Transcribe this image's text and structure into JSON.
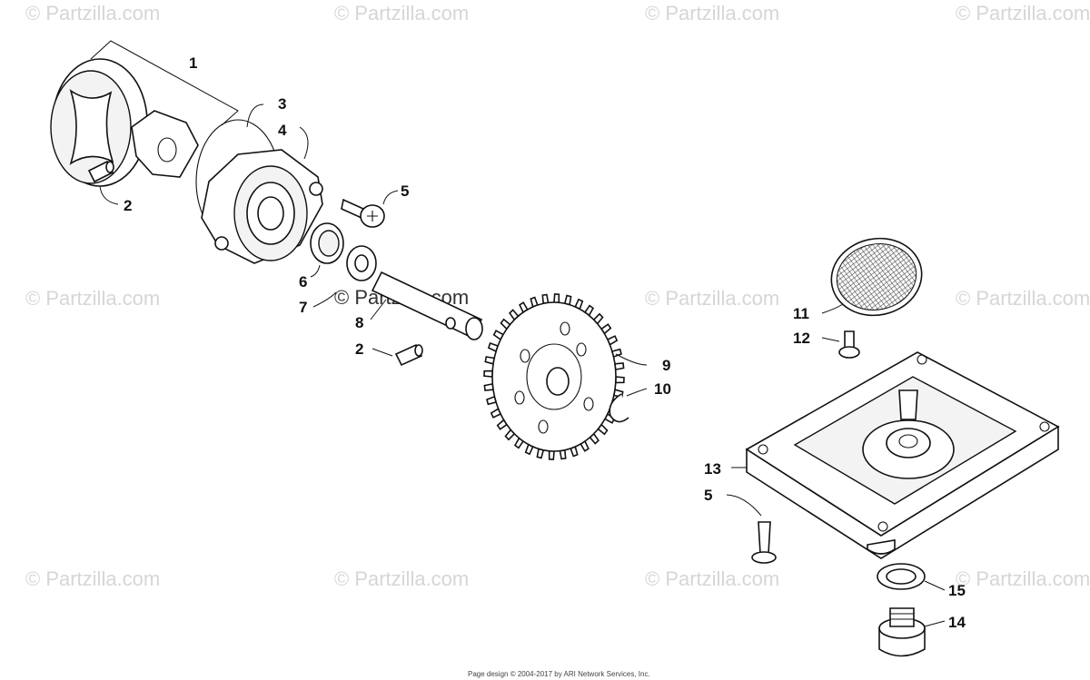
{
  "watermark": "© Partzilla.com",
  "center_watermark": "© Partzilla.com",
  "footer_text": "Page design © 2004-2017 by ARI Network Services, Inc.",
  "callouts": {
    "c1": "1",
    "c2a": "2",
    "c2b": "2",
    "c3": "3",
    "c4": "4",
    "c5a": "5",
    "c6": "6",
    "c7": "7",
    "c8": "8",
    "c9": "9",
    "c10": "10",
    "c11": "11",
    "c12": "12",
    "c13": "13",
    "c5b": "5",
    "c14": "14",
    "c15": "15"
  }
}
